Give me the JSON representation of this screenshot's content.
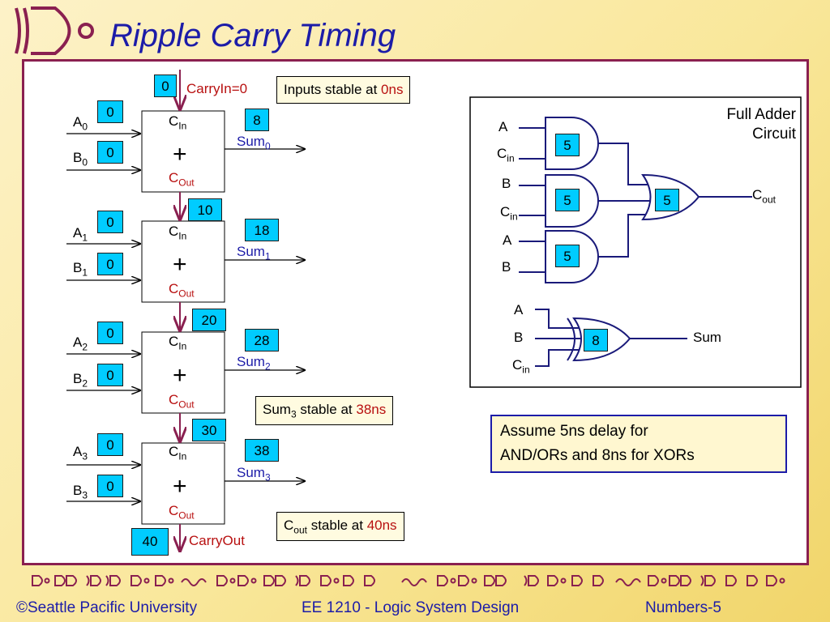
{
  "title": "Ripple Carry Timing",
  "carry_in": {
    "value": "0",
    "label": "CarryIn=0"
  },
  "carry_out": {
    "value": "40",
    "label": "CarryOut"
  },
  "adders": [
    {
      "a_label": "A",
      "a_sub": "0",
      "a_val": "0",
      "b_label": "B",
      "b_sub": "0",
      "b_val": "0",
      "cin_val": "0",
      "sum_val": "8",
      "sum_label": "Sum",
      "sum_sub": "0"
    },
    {
      "a_label": "A",
      "a_sub": "1",
      "a_val": "0",
      "b_label": "B",
      "b_sub": "1",
      "b_val": "0",
      "cin_val": "10",
      "sum_val": "18",
      "sum_label": "Sum",
      "sum_sub": "1"
    },
    {
      "a_label": "A",
      "a_sub": "2",
      "a_val": "0",
      "b_label": "B",
      "b_sub": "2",
      "b_val": "0",
      "cin_val": "20",
      "sum_val": "28",
      "sum_label": "Sum",
      "sum_sub": "2"
    },
    {
      "a_label": "A",
      "a_sub": "3",
      "a_val": "0",
      "b_label": "B",
      "b_sub": "3",
      "b_val": "0",
      "cin_val": "30",
      "sum_val": "38",
      "sum_label": "Sum",
      "sum_sub": "3"
    }
  ],
  "adder_block": {
    "cin_label": "C",
    "cin_sub": "In",
    "plus": "+",
    "cout_label": "C",
    "cout_sub": "Out"
  },
  "notes": {
    "inputs": {
      "prefix": "Inputs stable at ",
      "value": "0ns"
    },
    "sum3": {
      "label": "Sum",
      "sub": "3",
      "middle": " stable at ",
      "value": "38ns"
    },
    "cout": {
      "label": "C",
      "sub": "out",
      "middle": " stable at ",
      "value": "40ns"
    },
    "assume": {
      "line1": "Assume 5ns delay for",
      "line2": "AND/ORs and 8ns for XORs"
    }
  },
  "full_adder": {
    "title_line1": "Full Adder",
    "title_line2": "Circuit",
    "and_gates": [
      {
        "in1": "A",
        "in2_label": "C",
        "in2_sub": "in",
        "delay": "5"
      },
      {
        "in1": "B",
        "in2_label": "C",
        "in2_sub": "in",
        "delay": "5"
      },
      {
        "in1": "A",
        "in2_label": "B",
        "in2_sub": "",
        "delay": "5"
      }
    ],
    "or_gate": {
      "delay": "5",
      "out_label": "C",
      "out_sub": "out"
    },
    "xor_gate": {
      "in1": "A",
      "in2": "B",
      "in3_label": "C",
      "in3_sub": "in",
      "delay": "8",
      "out": "Sum"
    }
  },
  "footer": {
    "copyright": "©Seattle Pacific University",
    "course": "EE 1210 - Logic System Design",
    "page": "Numbers-5"
  },
  "colors": {
    "title": "#1c1ca8",
    "frame": "#8a2050",
    "value_box": "#00ccff",
    "highlight": "#b81010"
  }
}
